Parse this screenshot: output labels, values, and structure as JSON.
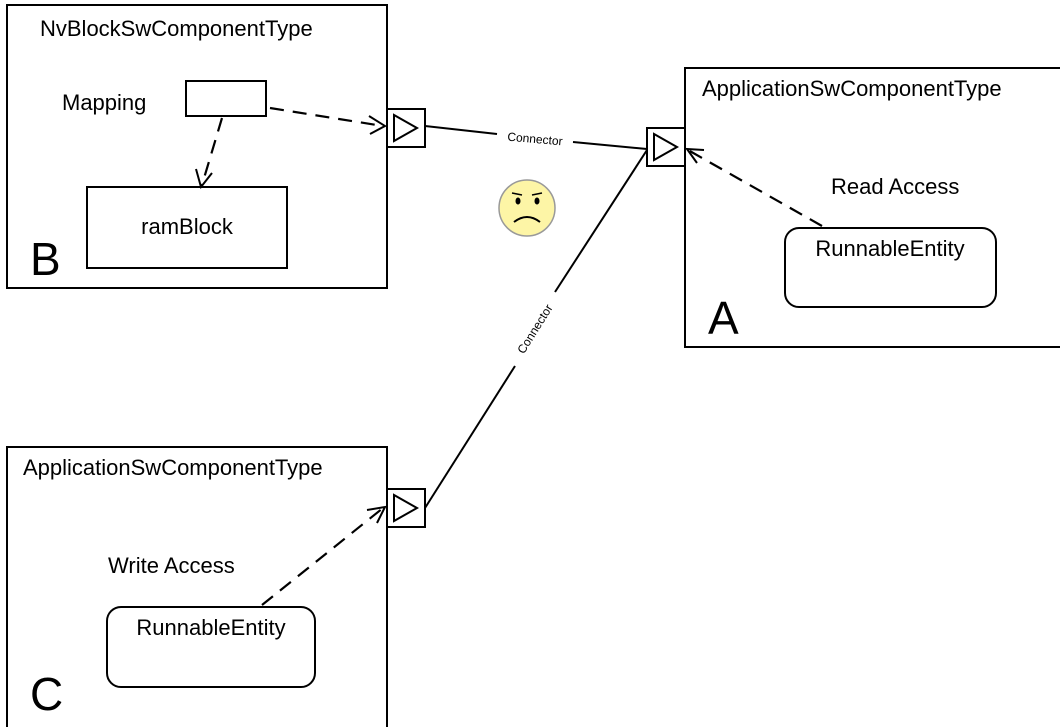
{
  "components": {
    "b": {
      "type": "NvBlockSwComponentType",
      "letter": "B",
      "mapping_label": "Mapping",
      "block_label": "ramBlock"
    },
    "a": {
      "type": "ApplicationSwComponentType",
      "letter": "A",
      "access_label": "Read Access",
      "entity_label": "RunnableEntity"
    },
    "c": {
      "type": "ApplicationSwComponentType",
      "letter": "C",
      "access_label": "Write Access",
      "entity_label": "RunnableEntity"
    }
  },
  "connectors": [
    {
      "label": "Connector"
    },
    {
      "label": "Connector"
    }
  ],
  "smiley": {
    "icon": "sad-face-icon",
    "color": "#fdf5a6"
  }
}
